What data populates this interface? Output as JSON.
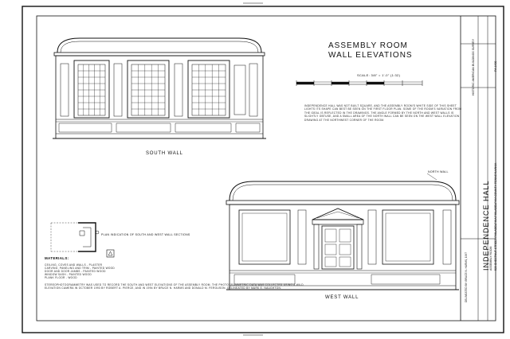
{
  "sheet": {
    "title_line1": "ASSEMBLY ROOM",
    "title_line2": "WALL ELEVATIONS",
    "scale": "SCALE: 3/8\" = 1'-0\" (1:32)",
    "notes": "INDEPENDENCE HALL WAS NOT BUILT SQUARE, AND THE ASSEMBLY ROOM'S WHITE SIDE OF THIS SHEET LIGHTS ITS SHAPE CAN BEST BE SEEN ON THE FIRST FLOOR PLAN. SOME OF THE ROOM'S VARIATION FROM THE IDEAL IS REFLECTED IN THE DRAWINGS. THE ANGLE FORMED BY THE NORTH AND WEST WALLS IS SLIGHTLY OBTUSE, AND A SMALL AREA OF THE NORTH WALL CAN BE SEEN ON THE WEST WALL ELEVATION DRAWING AT THE NORTHWEST CORNER OF THE ROOM.",
    "south_wall_label": "SOUTH WALL",
    "west_wall_label": "WEST WALL",
    "north_wall_label": "NORTH WALL",
    "plan_caption": "PLAN INDICATION OF SOUTH AND WEST WALL SECTIONS",
    "materials_heading": "MATERIALS:",
    "materials_list": "CEILING, COVES AND WALLS - PLASTER\nCARVING, PANELING AND TRIM - PAINTED WOOD\nDOOR AND DOOR JAMBS - PAINTED WOOD\nWINDOW SASH - PAINTED WOOD\nPLANK FLOOR - WOOD",
    "drawn_by": "STEREOPHOTOGRAMMETRY WAS USED TO RECORD THE SOUTH AND WEST ELEVATIONS OF THE ASSEMBLY ROOM. THE PHOTOGRAMMETRIC DATA WAS COLLECTED USING A WILD ELEVATION CAMERA IN OCTOBER 1993 BY ROBERT A. PIERCE, AND IN 1994 BY BRUCE N. HARMS AND DONALD M. FERGUSON, DELINEATED BY MARK E. NAUGHTON.",
    "tb_title": "INDEPENDENCE HALL",
    "tb_sub": "ASSEMBLY ROOM",
    "tb_address": "520 CHESTNUT STREET  PHILADELPHIA  PHILADELPHIA COUNTY  PENNSYLVANIA",
    "tb_hist": "HISTORIC AMERICAN BUILDINGS SURVEY",
    "tb_drawn": "DELINEATED BY: BRUCE N. HARMS, 1997",
    "tb_sheet": "PA-1430"
  }
}
